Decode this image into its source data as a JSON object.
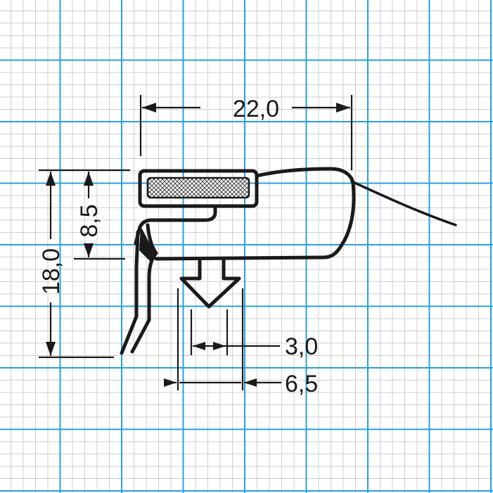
{
  "dimensions": {
    "width": {
      "label": "22,0",
      "value": 22.0
    },
    "height_total": {
      "label": "18,0",
      "value": 18.0
    },
    "height_upper": {
      "label": "8,5",
      "value": 8.5
    },
    "dart_inner": {
      "label": "3,0",
      "value": 3.0
    },
    "dart_outer": {
      "label": "6,5",
      "value": 6.5
    }
  },
  "colors": {
    "grid_minor": "#cfcfcf",
    "grid_major": "#2aa0dc",
    "profile": "#1a1a1a",
    "background": "#ffffff"
  }
}
